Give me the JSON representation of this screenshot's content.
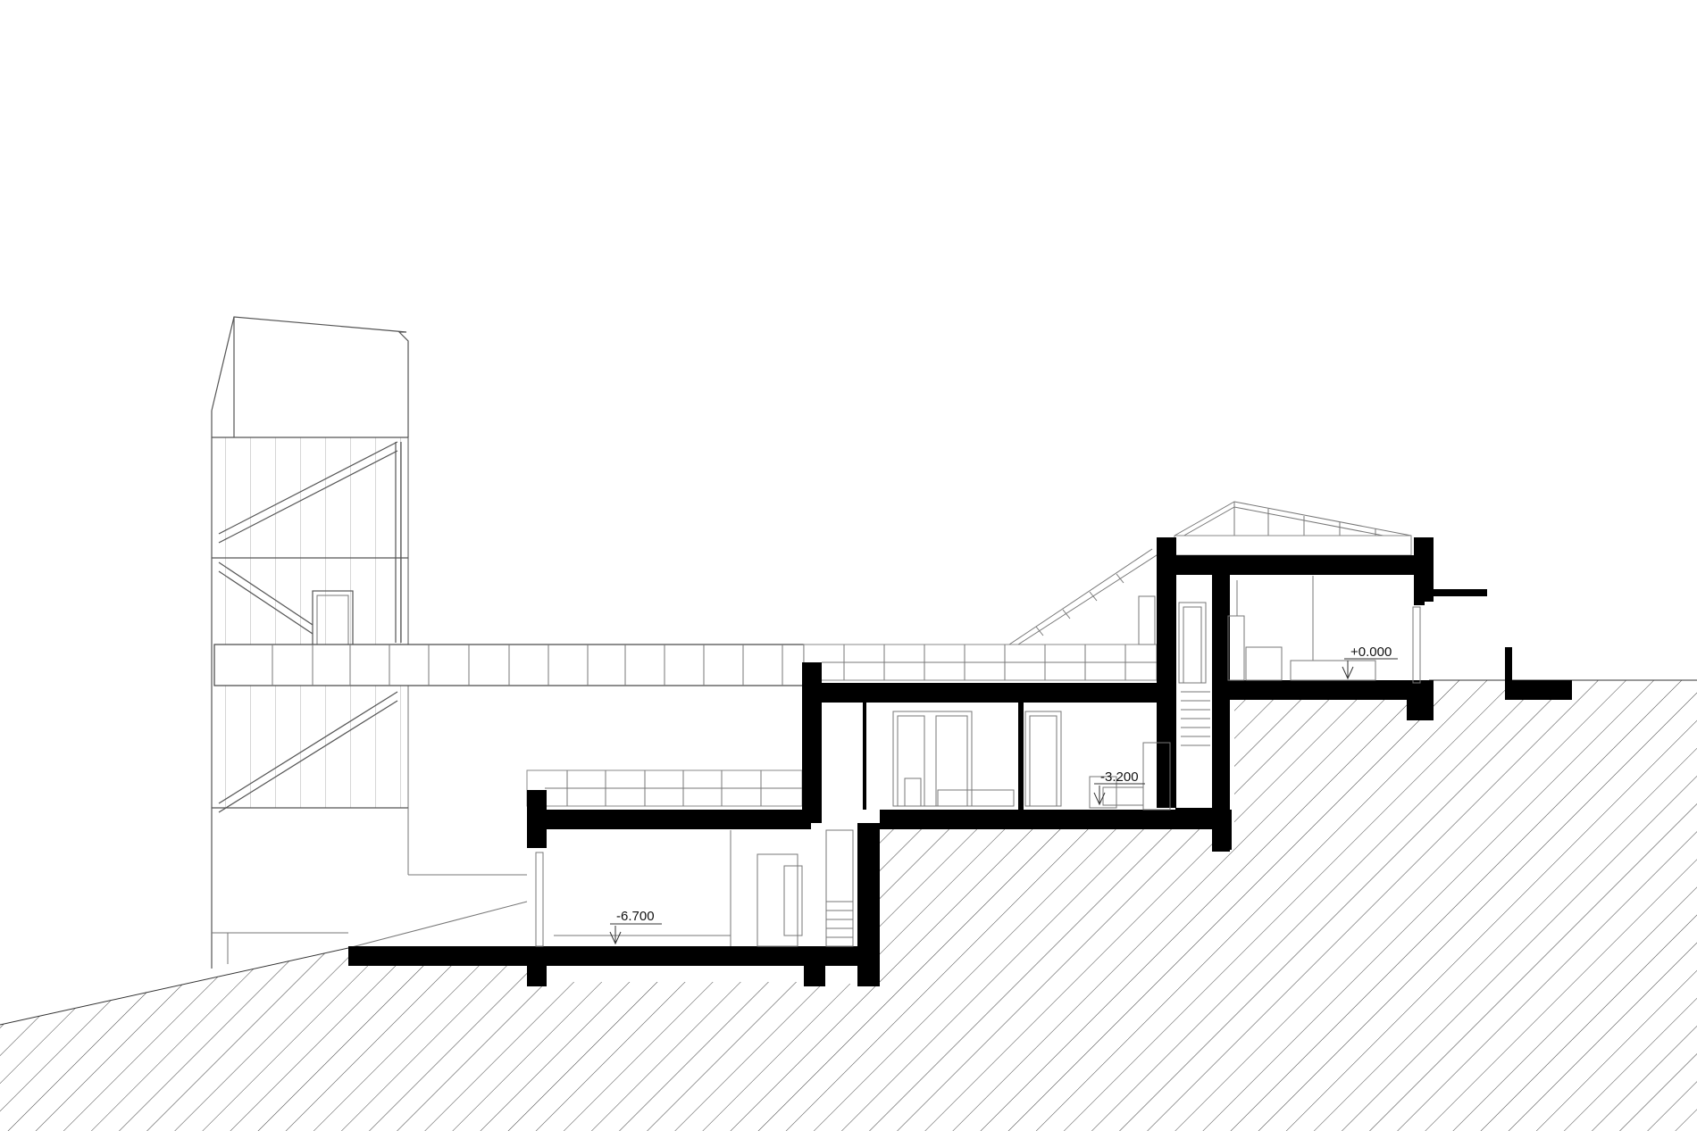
{
  "section": {
    "levels": [
      {
        "id": "upper",
        "label": "+0.000"
      },
      {
        "id": "middle",
        "label": "-3.200"
      },
      {
        "id": "lower",
        "label": "-6.700"
      }
    ]
  }
}
